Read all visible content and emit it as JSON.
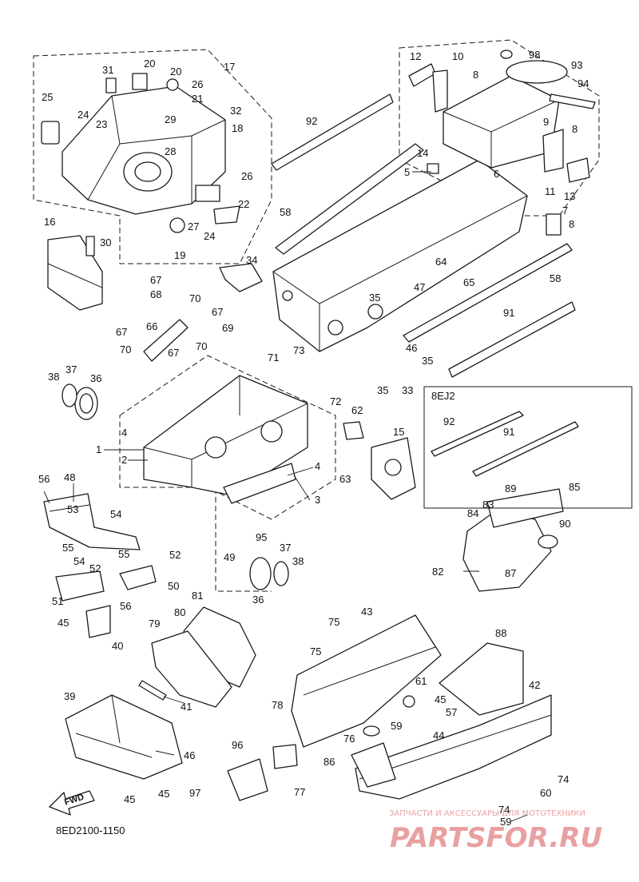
{
  "diagram": {
    "code": "8ED2100-1150",
    "variant_box_label": "8EJ2",
    "direction_arrow": "FWD",
    "watermark": {
      "tagline": "ЗАПЧАСТИ И АКСЕССУАРЫ ДЛЯ МОТОТЕХНИКИ",
      "brand": "PARTSFOR.RU"
    },
    "callouts": [
      "1",
      "2",
      "3",
      "4",
      "5",
      "6",
      "7",
      "8",
      "9",
      "10",
      "11",
      "12",
      "13",
      "14",
      "15",
      "16",
      "17",
      "18",
      "19",
      "20",
      "21",
      "22",
      "23",
      "24",
      "25",
      "26",
      "27",
      "28",
      "29",
      "30",
      "31",
      "32",
      "33",
      "34",
      "35",
      "36",
      "37",
      "38",
      "39",
      "40",
      "41",
      "42",
      "43",
      "44",
      "45",
      "46",
      "47",
      "48",
      "49",
      "50",
      "51",
      "52",
      "53",
      "54",
      "55",
      "56",
      "57",
      "58",
      "59",
      "60",
      "61",
      "62",
      "63",
      "64",
      "65",
      "66",
      "67",
      "68",
      "69",
      "70",
      "71",
      "72",
      "73",
      "74",
      "75",
      "76",
      "77",
      "78",
      "79",
      "80",
      "81",
      "82",
      "83",
      "84",
      "85",
      "86",
      "87",
      "88",
      "89",
      "90",
      "91",
      "92",
      "93",
      "94",
      "95",
      "96",
      "97",
      "98"
    ]
  }
}
